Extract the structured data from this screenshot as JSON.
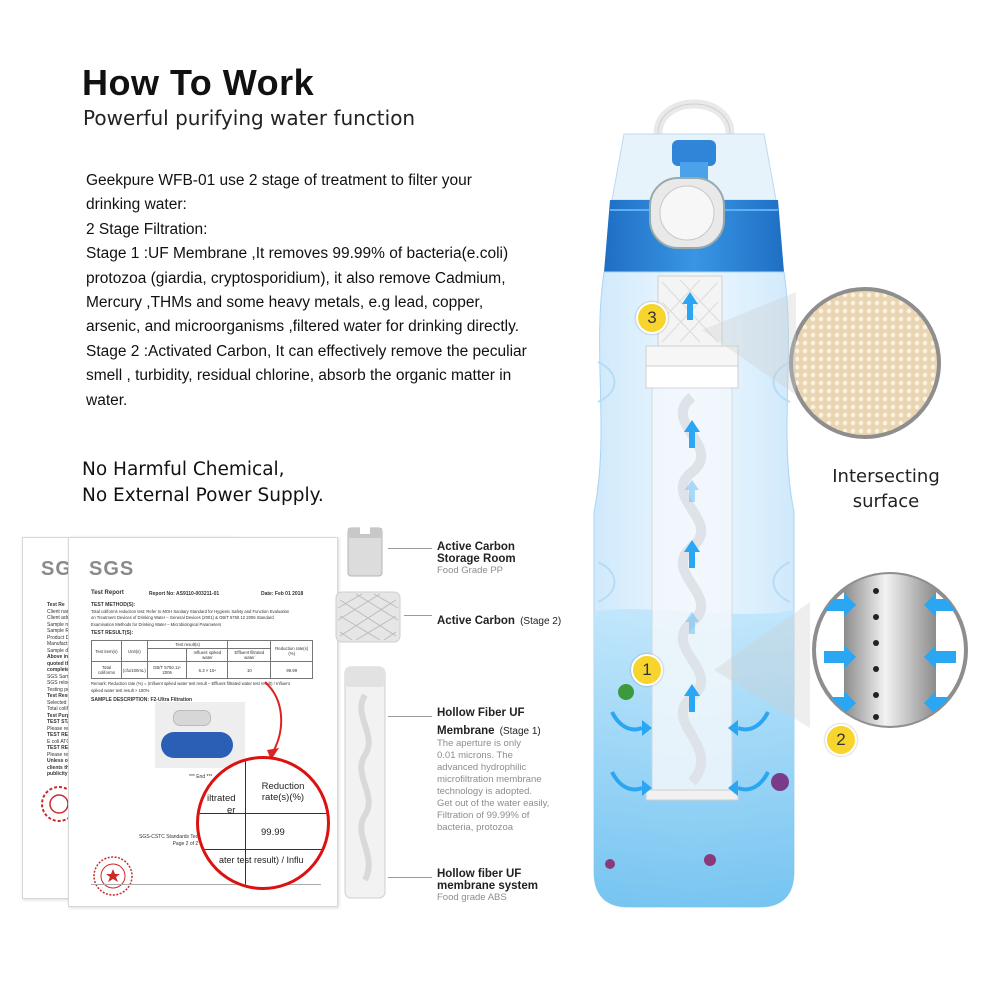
{
  "heading": {
    "title": "How To Work",
    "subtitle": "Powerful purifying water function"
  },
  "description": {
    "lines": [
      "Geekpure WFB-01 use 2 stage of treatment to filter your",
      "drinking water:",
      "2 Stage Filtration:",
      "Stage 1 :UF Membrane ,It removes 99.99% of bacteria(e.coli)",
      "protozoa (giardia, cryptosporidium), it also remove Cadmium,",
      "Mercury ,THMs and some heavy metals, e.g lead, copper,",
      "arsenic, and microorganisms ,filtered water for drinking directly.",
      "Stage 2 :Activated Carbon, It can effectively remove the peculiar",
      "smell , turbidity, residual chlorine, absorb the organic matter in",
      "water."
    ]
  },
  "claims": {
    "line1": "No Harmful Chemical,",
    "line2": "No External Power Supply."
  },
  "certificate": {
    "logo": "SGS",
    "report_title": "Test Report",
    "report_no": "Report No:  AS9110-003211-01",
    "report_date": "Date: Feb 01 2018",
    "methods_heading": "TEST METHOD(S):",
    "method_lines": [
      "Total coliforms reduction test: Refer to MOH Sanitary Standard for Hygienic Safety and Function Evaluation",
      "on Treatment Devices of Drinking Water – General Devices (2001) & GB/T 5750.12 2006 Standard",
      "Examination Methods for Drinking Water – Microbiological Parameters"
    ],
    "results_heading": "TEST RESULT(S):",
    "table_group_header": "Test result(s)",
    "table_headers": [
      "Test item(s)",
      "Unit(s)",
      "Influent spiked water",
      "Effluent filtrated water",
      "Reduction rate(s)(%)"
    ],
    "table_row": [
      "Total coliforms",
      "(cfu/100mL)",
      "GB/T 5750.12-2006",
      "6.3 × 10⁴",
      "10",
      "99.99"
    ],
    "remark_lines": [
      "Remark: Reduction rate (%) = (Influent spiked water test result – Effluent filtrated water test result) / Influent",
      "spiked water test result × 100%"
    ],
    "sample_desc": "SAMPLE DESCRIPTION: F2-Ultra Filtration",
    "end_mark": "*** End ***",
    "footer_lines": [
      "SGS-CSTC Standards Technical Services",
      "Page 2 of 2"
    ],
    "back_snippets": [
      "Test Re",
      "Client nam",
      "Client addr",
      "Sample na",
      "Sample Rec",
      "Product D",
      "Manufactur",
      "Sample des",
      "Above info",
      "quoted the",
      "completed",
      "SGS Samp",
      "SGS reloca",
      "Testing pe",
      "Test Result",
      "Selected te",
      "Total colifo",
      "Test Purp",
      "TEST STA",
      "Please refe",
      "TEST REQ",
      "E coli ATCC",
      "TEST RES",
      "Please refe",
      "Unless oth",
      "clients tha",
      "publicity"
    ],
    "zoom_header": "Reduction\nrate(s)(%)",
    "zoom_left_top": "iltrated",
    "zoom_left_bottom": "er",
    "zoom_value": "99.99",
    "zoom_bottom": "ater test result) / Influ"
  },
  "components": [
    {
      "title": "Active Carbon",
      "title2": "Storage Room",
      "note": "Food Grade PP"
    },
    {
      "title": "Active Carbon",
      "title_suffix": "(Stage 2)"
    },
    {
      "title": "Hollow Fiber UF",
      "title2": "Membrane",
      "title2_suffix": "(Stage 1)",
      "note_lines": [
        "The aperture is only",
        "0.01 microns. The",
        "advanced hydrophilic",
        "microfiltration membrane",
        "technology is adopted.",
        "Get out of the water easily,",
        "Filtration of 99.99% of",
        "bacteria, protozoa"
      ]
    },
    {
      "title": "Hollow fiber UF",
      "title2": "membrane system",
      "note": "Food grade ABS"
    }
  ],
  "badges": [
    "1",
    "2",
    "3"
  ],
  "surface_label": {
    "line1": "Intersecting",
    "line2": "surface"
  },
  "colors": {
    "bottle_blue": "#2f86d8",
    "water_blue": "#8fd0f5",
    "badge_yellow": "#f7d52c",
    "arrow_blue": "#2aa6f2",
    "cert_stamp_red": "#cc2a2a"
  },
  "icons": [
    "arrow-up-icon",
    "arrow-curved-icon",
    "bacteria-icon"
  ]
}
